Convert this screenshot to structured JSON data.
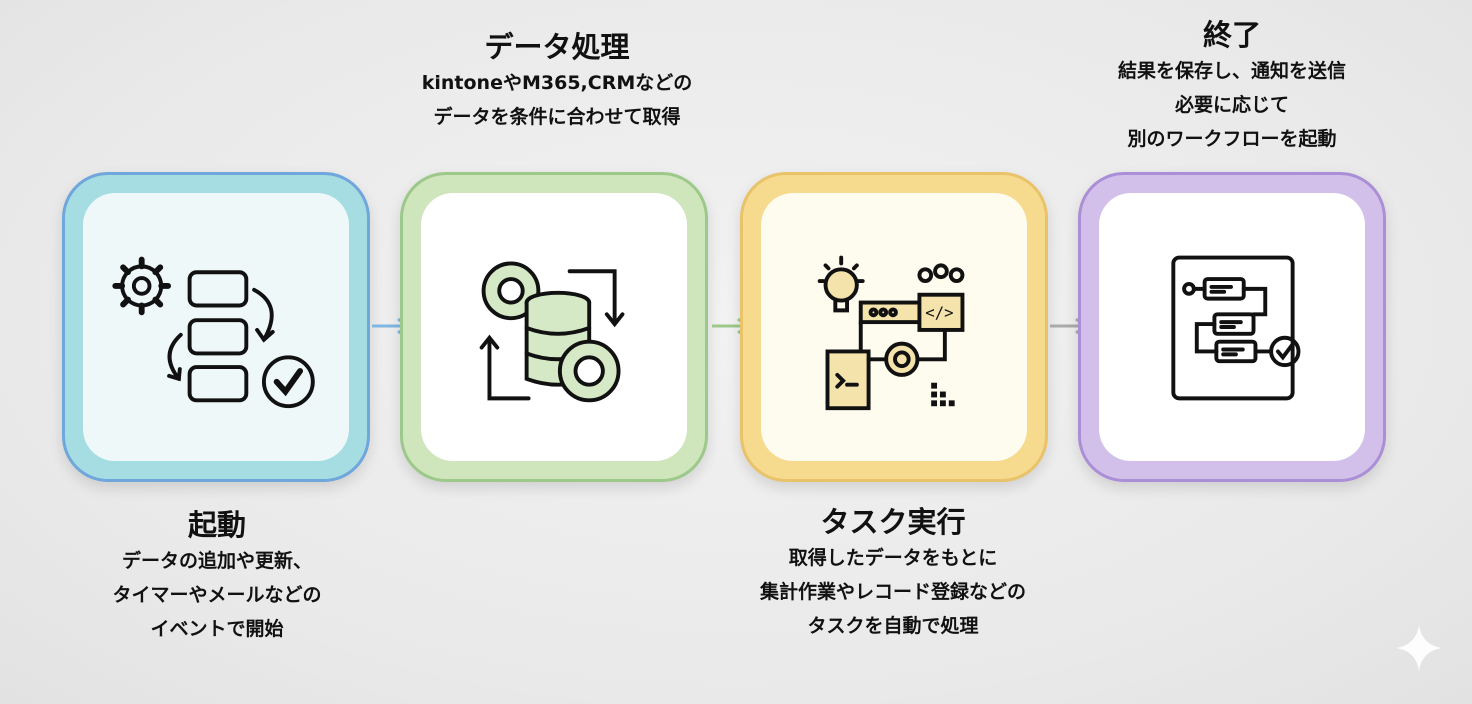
{
  "steps": [
    {
      "title": "起動",
      "desc": [
        "データの追加や更新、",
        "タイマーやメールなどの",
        "イベントで開始"
      ],
      "icon": "workflow-gear-check-icon",
      "accent": "#a6dde3",
      "border": "#6fa6dc",
      "fill": "#eef8f9"
    },
    {
      "title": "データ処理",
      "desc": [
        "kintoneやM365,CRMなどの",
        "データを条件に合わせて取得"
      ],
      "icon": "database-gears-icon",
      "accent": "#cfe5bb",
      "border": "#9cc98a",
      "fill": "#ffffff"
    },
    {
      "title": "タスク実行",
      "desc": [
        "取得したデータをもとに",
        "集計作業やレコード登録などの",
        "タスクを自動で処理"
      ],
      "icon": "automation-code-icon",
      "accent": "#f6db8e",
      "border": "#e9c36a",
      "fill": "#fefbef"
    },
    {
      "title": "終了",
      "desc": [
        "結果を保存し、通知を送信",
        "必要に応じて",
        "別のワークフローを起動"
      ],
      "icon": "flowchart-check-icon",
      "accent": "#d3c0ea",
      "border": "#ab8fd6",
      "fill": "#ffffff"
    }
  ]
}
